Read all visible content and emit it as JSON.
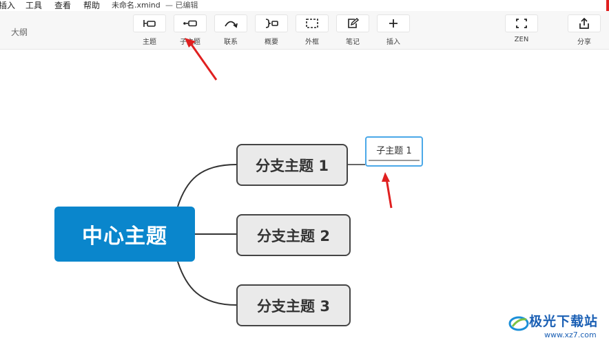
{
  "menubar": {
    "items": [
      "插入",
      "工具",
      "查看",
      "帮助"
    ],
    "file_name": "未命名.xmind",
    "file_status": "— 已编辑"
  },
  "toolbar": {
    "outline_label": "大纲",
    "buttons": [
      {
        "label": "主题",
        "icon": "topic-icon"
      },
      {
        "label": "子主题",
        "icon": "subtopic-icon"
      },
      {
        "label": "联系",
        "icon": "relationship-icon"
      },
      {
        "label": "概要",
        "icon": "summary-icon"
      },
      {
        "label": "外框",
        "icon": "boundary-icon"
      },
      {
        "label": "笔记",
        "icon": "note-icon"
      },
      {
        "label": "插入",
        "icon": "plus-icon"
      },
      {
        "label": "ZEN",
        "icon": "fullscreen-icon"
      },
      {
        "label": "分享",
        "icon": "share-icon"
      }
    ]
  },
  "mindmap": {
    "central_topic": "中心主题",
    "branches": [
      "分支主题 1",
      "分支主题 2",
      "分支主题 3"
    ],
    "subtopic": "子主题 1"
  },
  "colors": {
    "central": "#0a86cc",
    "branch_fill": "#eaeaea",
    "selection": "#4aa8e8",
    "annotation_arrow": "#e02020"
  },
  "watermark": {
    "text": "极光下载站",
    "url": "www.xz7.com"
  }
}
